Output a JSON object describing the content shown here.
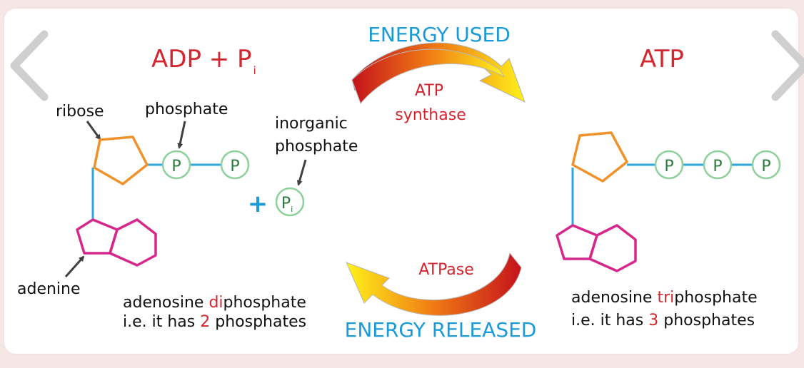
{
  "nav": {
    "prev_icon": "chevron-left-icon",
    "next_icon": "chevron-right-icon"
  },
  "colors": {
    "title_red": "#d4262f",
    "energy_blue": "#1a9bd7",
    "ribose_orange": "#f0922b",
    "adenine_pink": "#d6278a",
    "phosphate_green": "#6cc07a",
    "bond_blue": "#2aa6df",
    "arrow_dark": "#404040",
    "nav_grey": "#c9c9c9"
  },
  "left": {
    "title_main": "ADP + P",
    "title_sub": "i",
    "label_ribose": "ribose",
    "label_phosphate": "phosphate",
    "label_adenine": "adenine",
    "phosphates": [
      "P",
      "P"
    ],
    "caption_line1_pre": "adenosine ",
    "caption_line1_hl": "di",
    "caption_line1_post": "phosphate",
    "caption_line2_pre": "i.e. it has ",
    "caption_line2_hl": "2",
    "caption_line2_post": " phosphates"
  },
  "inorganic": {
    "label_line1": "inorganic",
    "label_line2": "phosphate",
    "plus": "+",
    "pi_main": "P",
    "pi_sub": "i"
  },
  "middle": {
    "energy_used": "ENERGY USED",
    "energy_released": "ENERGY RELEASED",
    "enzyme_top_line1": "ATP",
    "enzyme_top_line2": "synthase",
    "enzyme_bottom": "ATPase"
  },
  "right": {
    "title": "ATP",
    "phosphates": [
      "P",
      "P",
      "P"
    ],
    "caption_line1_pre": "adenosine ",
    "caption_line1_hl": "tri",
    "caption_line1_post": "phosphate",
    "caption_line2_pre": "i.e. it has ",
    "caption_line2_hl": "3",
    "caption_line2_post": " phosphates"
  }
}
